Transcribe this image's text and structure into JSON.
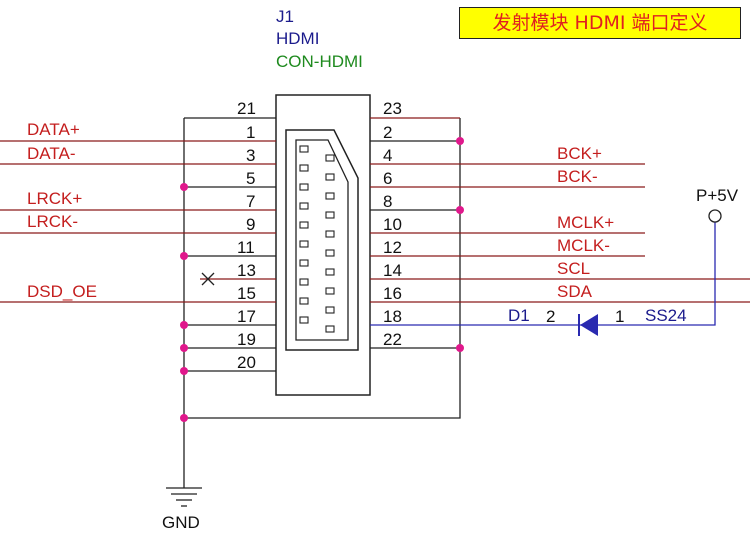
{
  "title": "发射模块 HDMI 端口定义",
  "connector": {
    "ref": "J1",
    "value": "HDMI",
    "footprint": "CON-HDMI"
  },
  "pins_left": [
    "21",
    "1",
    "3",
    "5",
    "7",
    "9",
    "11",
    "13",
    "15",
    "17",
    "19",
    "20"
  ],
  "pins_right": [
    "23",
    "2",
    "4",
    "6",
    "8",
    "10",
    "12",
    "14",
    "16",
    "18",
    "22"
  ],
  "nets_left": [
    "DATA+",
    "DATA-",
    "LRCK+",
    "LRCK-",
    "DSD_OE"
  ],
  "nets_right": [
    "BCK+",
    "BCK-",
    "MCLK+",
    "MCLK-",
    "SCL",
    "SDA"
  ],
  "power": "P+5V",
  "diode": {
    "ref": "D1",
    "pin_a": "2",
    "pin_k": "1",
    "value": "SS24"
  },
  "ground": "GND",
  "colors": {
    "net": "#c41e1e",
    "component": "#1b1b8c",
    "footprint": "#1e8a1e",
    "junction": "#e0188c",
    "title_bg": "#ffff00"
  }
}
